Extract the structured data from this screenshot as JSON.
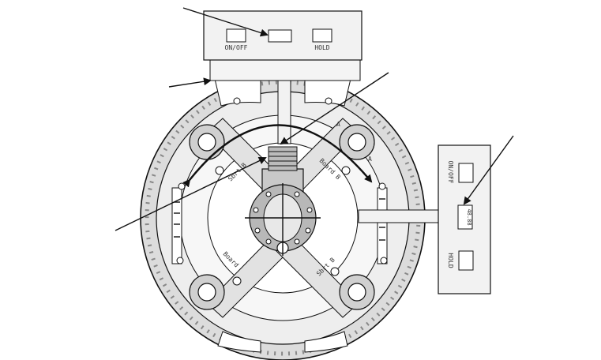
{
  "top_display": {
    "left_button_label": "ON/OFF",
    "right_button_label": "HOLD"
  },
  "side_display": {
    "top_button_label": "ON/OFF",
    "bottom_button_label": "HOLD",
    "screen_value": "48.88"
  },
  "ring_labels": {
    "sbt_left": "Sbrt B",
    "brd_right": "Board B",
    "brd_lower_left": "Board",
    "sbt_lower_right": "Sbrt B",
    "top_label_a": "A",
    "side_label_a": "A"
  },
  "colors": {
    "line": "#111111",
    "panel": "#f2f2f2",
    "device": "#e6e6e6",
    "ring": "#d9d9d9"
  }
}
